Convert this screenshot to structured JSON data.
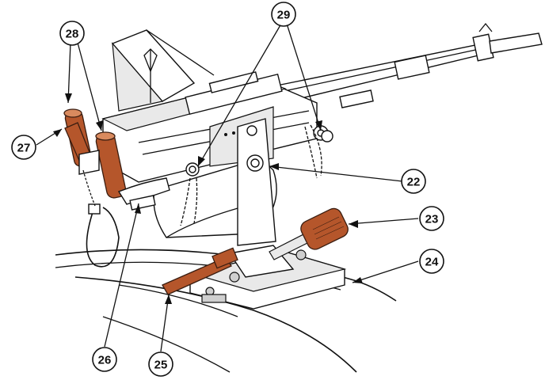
{
  "colors": {
    "highlight": "#b5562b",
    "line": "#111111",
    "background": "#ffffff"
  },
  "callouts": {
    "c22": "22",
    "c23": "23",
    "c24": "24",
    "c25": "25",
    "c26": "26",
    "c27": "27",
    "c28": "28",
    "c29": "29"
  }
}
